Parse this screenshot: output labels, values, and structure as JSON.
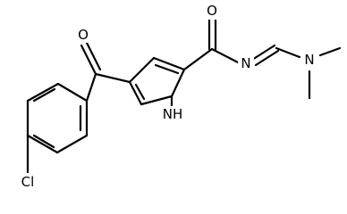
{
  "structure": {
    "atoms": {
      "carbonyl_oxygen_left": "O",
      "carbonyl_oxygen_right": "O",
      "imine_nitrogen": "N",
      "amine_nitrogen": "N",
      "pyrrole_nitrogen": "NH",
      "chlorine": "Cl"
    }
  }
}
